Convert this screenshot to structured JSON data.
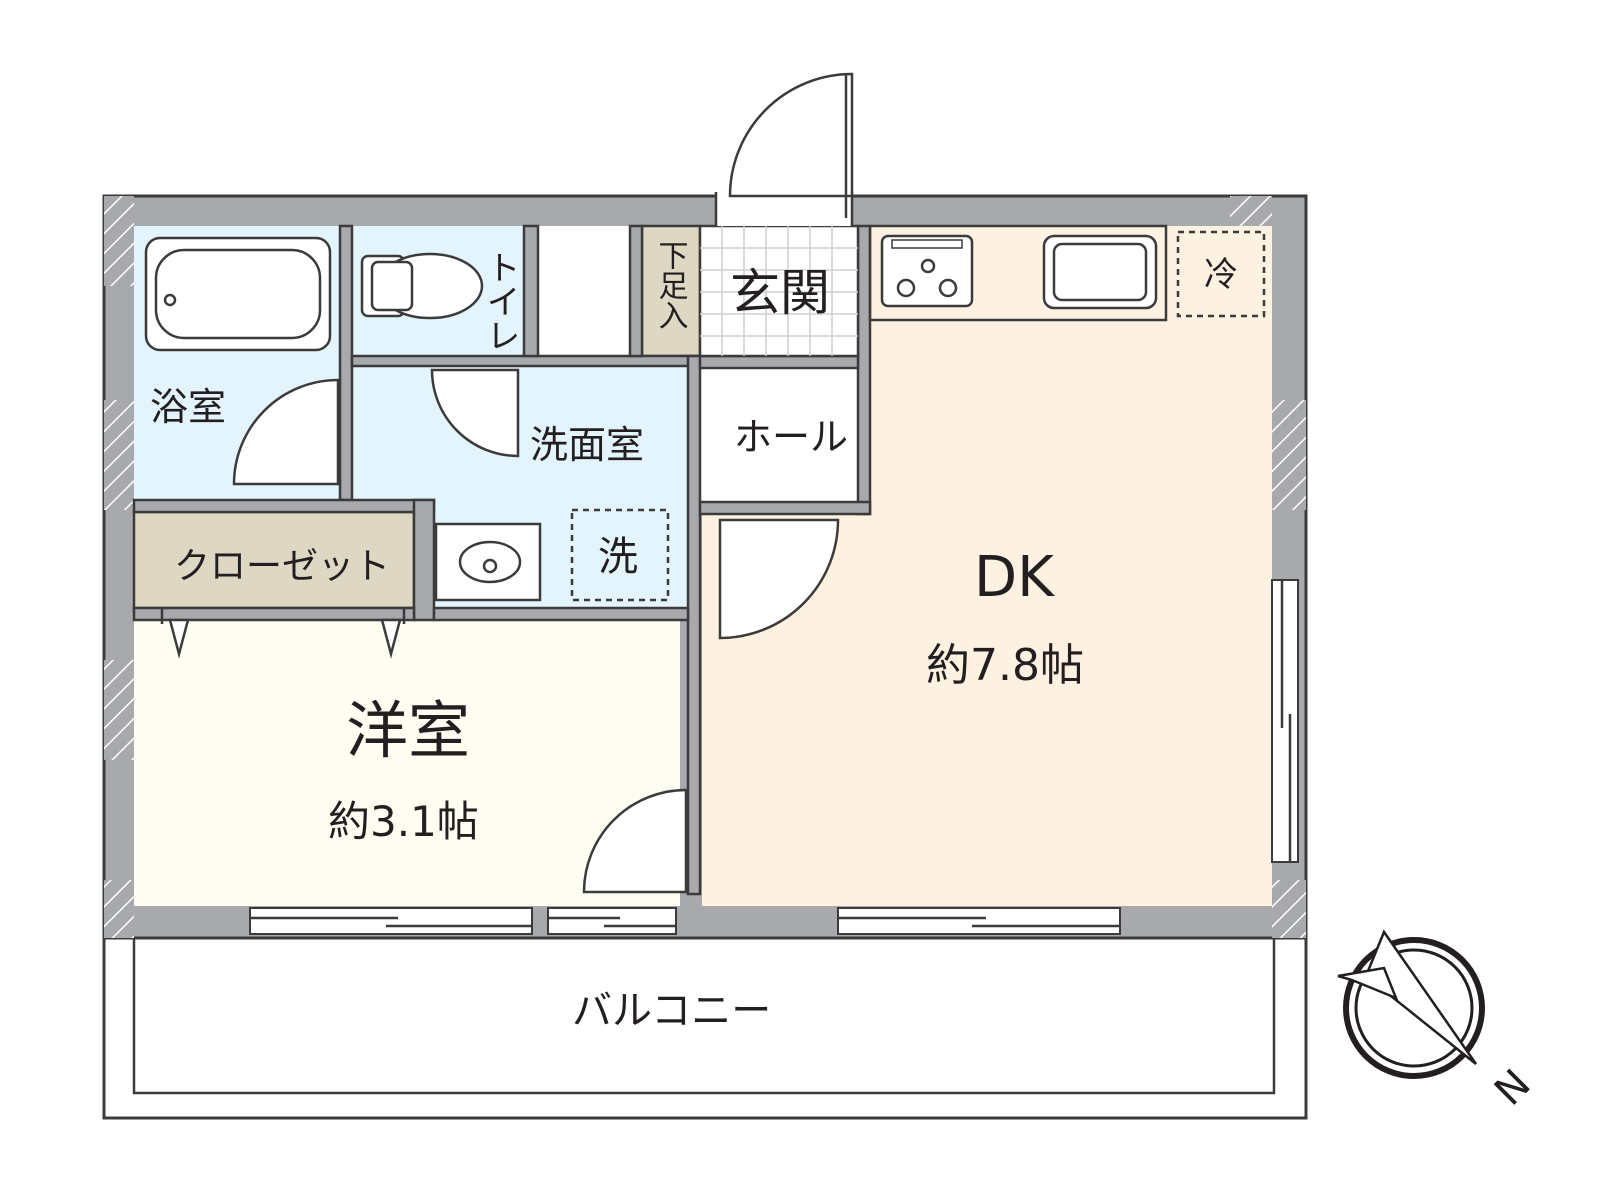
{
  "floorplan": {
    "rooms": {
      "bath": "浴室",
      "toilet": "トイレ",
      "washroom": "洗面室",
      "washer": "洗",
      "shoebox": "下足入",
      "entrance": "玄関",
      "hall": "ホール",
      "closet": "クローゼット",
      "western_room": {
        "name": "洋室",
        "size": "約3.1帖"
      },
      "dk": {
        "name": "DK",
        "size": "約7.8帖"
      },
      "fridge": "冷",
      "balcony": "バルコニー"
    },
    "compass": {
      "north_label": "N"
    },
    "colors": {
      "wall": "#a7a9ac",
      "wet_area": "#e4f4fc",
      "closet": "#ddd7c4",
      "shoebox": "#ddd7c4",
      "dk_floor": "#fdf1e1",
      "western_floor": "#fefdf1",
      "outline": "#3b3b3b"
    }
  }
}
